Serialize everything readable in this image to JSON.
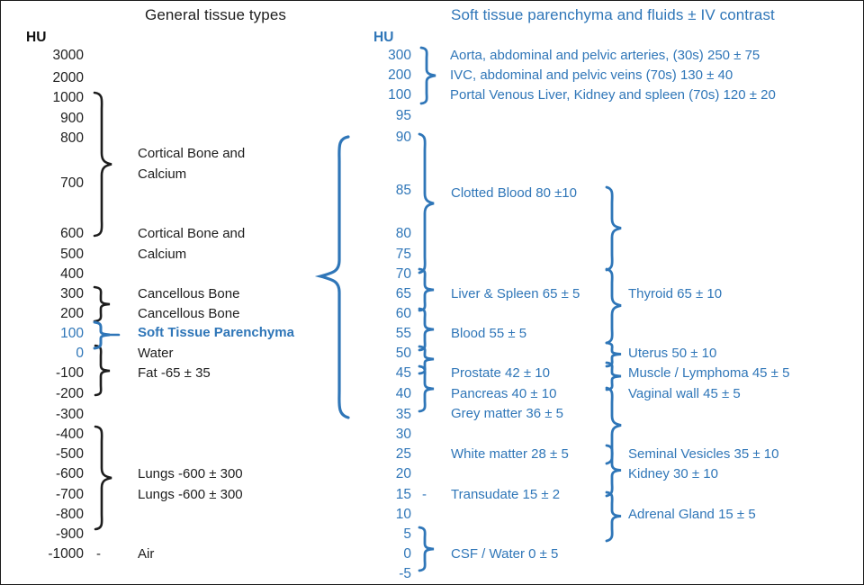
{
  "colors": {
    "blue": "#2f76b8",
    "black": "#1d1d1d",
    "background": "#ffffff",
    "border": "#1a1a1a"
  },
  "headings": {
    "left_title": "General tissue types",
    "right_title": "Soft tissue parenchyma and fluids ± IV contrast",
    "left_hu": "HU",
    "right_hu": "HU"
  },
  "left_scale": {
    "ticks": [
      {
        "value": "3000",
        "color": "black"
      },
      {
        "value": "2000",
        "color": "black"
      },
      {
        "value": "1000",
        "color": "black"
      },
      {
        "value": "900",
        "color": "black"
      },
      {
        "value": "800",
        "color": "black"
      },
      {
        "value": "700",
        "color": "black"
      },
      {
        "value": "600",
        "color": "black"
      },
      {
        "value": "500",
        "color": "black"
      },
      {
        "value": "400",
        "color": "black"
      },
      {
        "value": "300",
        "color": "black"
      },
      {
        "value": "200",
        "color": "black"
      },
      {
        "value": "100",
        "color": "blue"
      },
      {
        "value": "0",
        "color": "blue"
      },
      {
        "value": "-100",
        "color": "black"
      },
      {
        "value": "-200",
        "color": "black"
      },
      {
        "value": "-300",
        "color": "black"
      },
      {
        "value": "-400",
        "color": "black"
      },
      {
        "value": "-500",
        "color": "black"
      },
      {
        "value": "-600",
        "color": "black"
      },
      {
        "value": "-700",
        "color": "black"
      },
      {
        "value": "-800",
        "color": "black"
      },
      {
        "value": "-900",
        "color": "black"
      },
      {
        "value": "-1000",
        "color": "black"
      }
    ]
  },
  "left_labels": [
    {
      "text": "Cortical Bone and",
      "color": "black",
      "bold": false
    },
    {
      "text": "Calcium",
      "color": "black",
      "bold": false
    },
    {
      "text": "Cortical Bone and",
      "color": "black",
      "bold": false
    },
    {
      "text": "Calcium",
      "color": "black",
      "bold": false
    },
    {
      "text": "Cancellous Bone",
      "color": "black",
      "bold": false
    },
    {
      "text": "Cancellous Bone",
      "color": "black",
      "bold": false
    },
    {
      "text": "Soft Tissue Parenchyma",
      "color": "blue",
      "bold": true
    },
    {
      "text": "Water",
      "color": "black",
      "bold": false
    },
    {
      "text": "Fat -65 ± 35",
      "color": "black",
      "bold": false
    },
    {
      "text": "Lungs -600 ± 300",
      "color": "black",
      "bold": false
    },
    {
      "text": "Lungs -600 ± 300",
      "color": "black",
      "bold": false
    },
    {
      "text": "Air",
      "color": "black",
      "bold": false
    }
  ],
  "left_dash": "-",
  "right_scale": {
    "ticks": [
      {
        "value": "300"
      },
      {
        "value": "200"
      },
      {
        "value": "100"
      },
      {
        "value": "95"
      },
      {
        "value": "90"
      },
      {
        "value": "85"
      },
      {
        "value": "80"
      },
      {
        "value": "75"
      },
      {
        "value": "70"
      },
      {
        "value": "65"
      },
      {
        "value": "60"
      },
      {
        "value": "55"
      },
      {
        "value": "50"
      },
      {
        "value": "45"
      },
      {
        "value": "40"
      },
      {
        "value": "35"
      },
      {
        "value": "30"
      },
      {
        "value": "25"
      },
      {
        "value": "20"
      },
      {
        "value": "15"
      },
      {
        "value": "10"
      },
      {
        "value": "5"
      },
      {
        "value": "0"
      },
      {
        "value": "-5"
      }
    ]
  },
  "contrast_labels": [
    "Aorta, abdominal and pelvic arteries, (30s) 250 ± 75",
    "IVC, abdominal and pelvic veins (70s) 130 ± 40",
    "Portal Venous Liver, Kidney and spleen (70s) 120 ± 20"
  ],
  "middle_labels": [
    "Clotted Blood 80 ±10",
    "Liver & Spleen 65 ± 5",
    "Blood 55 ± 5",
    "Prostate 42 ± 10",
    "Pancreas 40 ± 10",
    "Grey matter 36 ± 5",
    "White matter 28 ± 5",
    "Transudate 15 ± 2",
    "CSF / Water 0 ± 5"
  ],
  "middle_dash": "-",
  "right_labels": [
    "Thyroid 65 ± 10",
    "Uterus 50 ± 10",
    "Muscle / Lymphoma 45 ± 5",
    "Vaginal wall 45 ± 5",
    "Seminal Vesicles 35 ± 10",
    "Kidney 30 ± 10",
    "Adrenal Gland 15 ± 5"
  ],
  "chart_data": {
    "type": "table",
    "title": "Hounsfield Unit (HU) reference scale for CT attenuation",
    "columns": [
      "General tissue types",
      "Soft tissue parenchyma and fluids ± IV contrast"
    ],
    "units": "HU",
    "general_tissue_types": [
      {
        "label": "Cortical Bone and Calcium",
        "range_hu": [
          600,
          1000
        ],
        "color": "black"
      },
      {
        "label": "Cortical Bone and Calcium",
        "range_hu": [
          400,
          600
        ],
        "color": "black"
      },
      {
        "label": "Cancellous Bone",
        "range_hu": [
          200,
          400
        ],
        "color": "black"
      },
      {
        "label": "Cancellous Bone",
        "range_hu": [
          200,
          300
        ],
        "color": "black"
      },
      {
        "label": "Soft Tissue Parenchyma",
        "range_hu": [
          35,
          100
        ],
        "color": "blue"
      },
      {
        "label": "Water",
        "value_hu": 0,
        "color": "black"
      },
      {
        "label": "Fat",
        "value_hu": -65,
        "tolerance": 35,
        "range_hu": [
          -100,
          -200
        ],
        "color": "black"
      },
      {
        "label": "Lungs",
        "value_hu": -600,
        "tolerance": 300,
        "range_hu": [
          -900,
          -400
        ],
        "color": "black"
      },
      {
        "label": "Air",
        "value_hu": -1000,
        "color": "black"
      }
    ],
    "iv_contrast": [
      {
        "label": "Aorta, abdominal and pelvic arteries",
        "phase": "30s",
        "value_hu": 250,
        "tolerance": 75
      },
      {
        "label": "IVC, abdominal and pelvic veins",
        "phase": "70s",
        "value_hu": 130,
        "tolerance": 40
      },
      {
        "label": "Portal Venous Liver, Kidney and spleen",
        "phase": "70s",
        "value_hu": 120,
        "tolerance": 20
      }
    ],
    "soft_tissue": [
      {
        "label": "Clotted Blood",
        "value_hu": 80,
        "tolerance": 10
      },
      {
        "label": "Thyroid",
        "value_hu": 65,
        "tolerance": 10
      },
      {
        "label": "Liver & Spleen",
        "value_hu": 65,
        "tolerance": 5
      },
      {
        "label": "Blood",
        "value_hu": 55,
        "tolerance": 5
      },
      {
        "label": "Uterus",
        "value_hu": 50,
        "tolerance": 10
      },
      {
        "label": "Muscle / Lymphoma",
        "value_hu": 45,
        "tolerance": 5
      },
      {
        "label": "Vaginal wall",
        "value_hu": 45,
        "tolerance": 5
      },
      {
        "label": "Prostate",
        "value_hu": 42,
        "tolerance": 10
      },
      {
        "label": "Pancreas",
        "value_hu": 40,
        "tolerance": 10
      },
      {
        "label": "Grey matter",
        "value_hu": 36,
        "tolerance": 5
      },
      {
        "label": "Seminal Vesicles",
        "value_hu": 35,
        "tolerance": 10
      },
      {
        "label": "Kidney",
        "value_hu": 30,
        "tolerance": 10
      },
      {
        "label": "White matter",
        "value_hu": 28,
        "tolerance": 5
      },
      {
        "label": "Transudate",
        "value_hu": 15,
        "tolerance": 2
      },
      {
        "label": "Adrenal Gland",
        "value_hu": 15,
        "tolerance": 5
      },
      {
        "label": "CSF / Water",
        "value_hu": 0,
        "tolerance": 5
      }
    ],
    "left_axis_ticks": [
      3000,
      2000,
      1000,
      900,
      800,
      700,
      600,
      500,
      400,
      300,
      200,
      100,
      0,
      -100,
      -200,
      -300,
      -400,
      -500,
      -600,
      -700,
      -800,
      -900,
      -1000
    ],
    "right_axis_ticks": [
      300,
      200,
      100,
      95,
      90,
      85,
      80,
      75,
      70,
      65,
      60,
      55,
      50,
      45,
      40,
      35,
      30,
      25,
      20,
      15,
      10,
      5,
      0,
      -5
    ]
  }
}
